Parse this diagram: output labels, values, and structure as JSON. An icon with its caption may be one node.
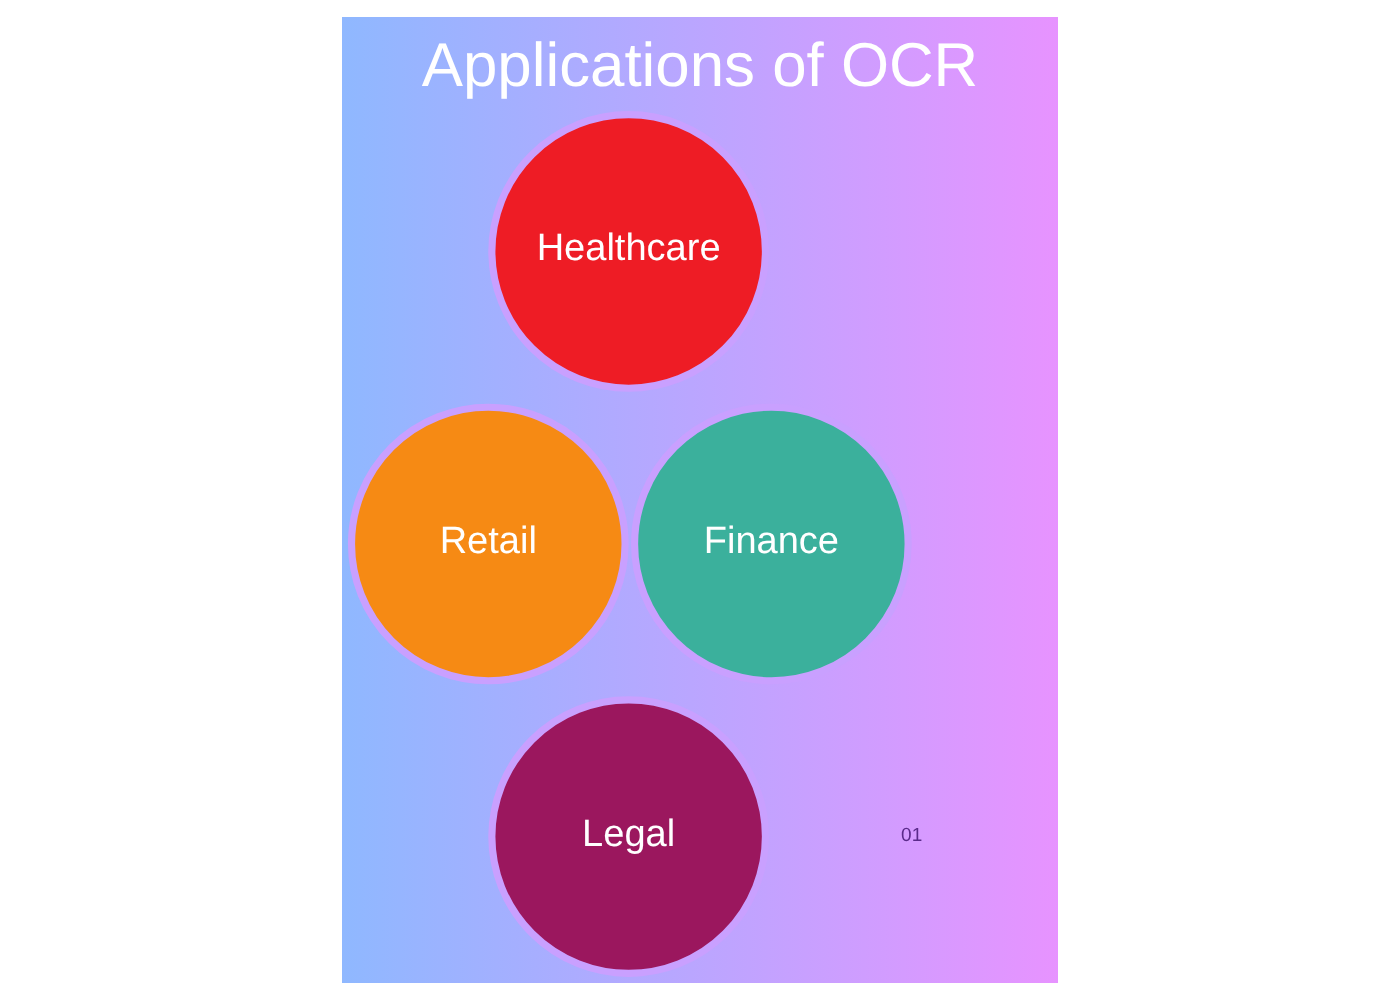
{
  "diagram": {
    "title": "Applications of OCR",
    "nodes": [
      {
        "text": [
          "Healthcare"
        ]
      },
      {
        "text": [
          "Retail"
        ]
      },
      {
        "text": [
          "Finance"
        ]
      },
      {
        "text": [
          "Legal"
        ]
      }
    ],
    "labels": [
      "01"
    ]
  }
}
